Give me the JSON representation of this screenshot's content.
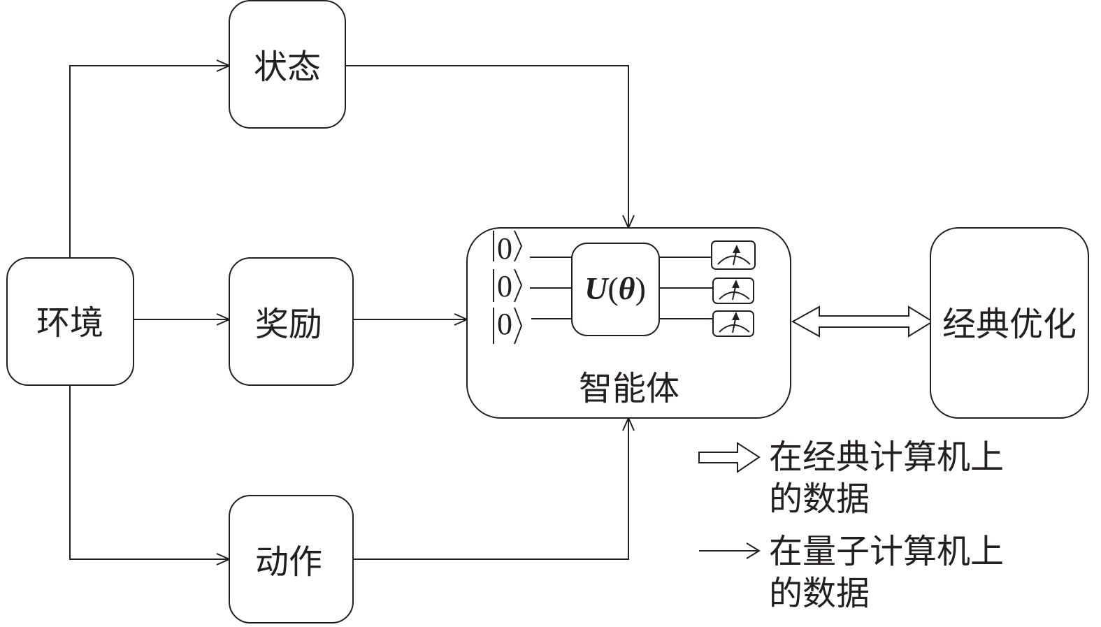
{
  "nodes": {
    "environment": {
      "label": "环境"
    },
    "state": {
      "label": "状态"
    },
    "reward": {
      "label": "奖励"
    },
    "action": {
      "label": "动作"
    },
    "agent": {
      "label": "智能体",
      "circuit": {
        "qubits": [
          "|0⟩",
          "|0⟩",
          "|0⟩"
        ],
        "ket_value": "0",
        "gate_label_u": "U",
        "gate_label_open": "(",
        "gate_label_theta": "θ",
        "gate_label_close": ")",
        "measurement_icon": "meter-icon"
      }
    },
    "classical_optimization": {
      "label": "经典优化"
    }
  },
  "edges": [
    {
      "from": "环境",
      "to": "状态",
      "type": "quantum-data-arrow"
    },
    {
      "from": "环境",
      "to": "奖励",
      "type": "quantum-data-arrow"
    },
    {
      "from": "环境",
      "to": "动作",
      "type": "quantum-data-arrow"
    },
    {
      "from": "状态",
      "to": "智能体",
      "type": "quantum-data-arrow"
    },
    {
      "from": "奖励",
      "to": "智能体",
      "type": "quantum-data-arrow"
    },
    {
      "from": "动作",
      "to": "智能体",
      "type": "quantum-data-arrow"
    },
    {
      "from": "智能体",
      "to": "经典优化",
      "type": "classical-data-double-arrow"
    }
  ],
  "legend": {
    "classical": {
      "icon": "hollow-arrow-icon",
      "line1": "在经典计算机上",
      "line2": "的数据"
    },
    "quantum": {
      "icon": "line-arrow-icon",
      "line1": "在量子计算机上",
      "line2": "的数据"
    }
  },
  "colors": {
    "stroke": "#231f20",
    "background": "#ffffff"
  }
}
